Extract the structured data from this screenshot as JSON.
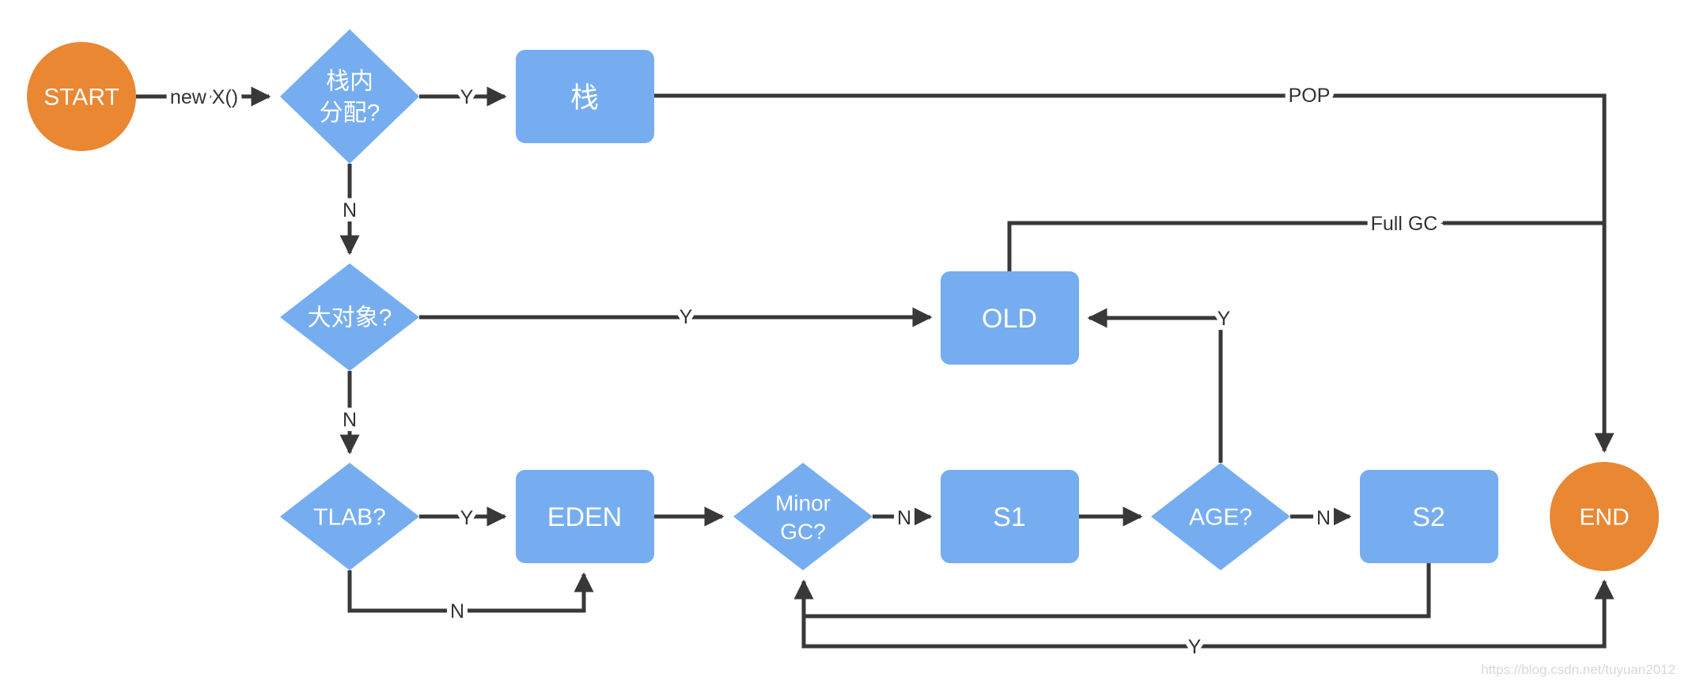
{
  "diagram": {
    "nodes": {
      "start": "START",
      "stack_alloc_line1": "栈内",
      "stack_alloc_line2": "分配?",
      "stack": "栈",
      "big_object": "大对象?",
      "old": "OLD",
      "tlab": "TLAB?",
      "eden": "EDEN",
      "minor_gc_line1": "Minor",
      "minor_gc_line2": "GC?",
      "s1": "S1",
      "age": "AGE?",
      "s2": "S2",
      "end": "END"
    },
    "edges": {
      "new_x": "new X()",
      "stack_alloc_yes": "Y",
      "pop": "POP",
      "stack_alloc_no": "N",
      "big_object_yes": "Y",
      "full_gc": "Full GC",
      "big_object_no": "N",
      "tlab_yes": "Y",
      "tlab_no": "N",
      "minor_gc_no": "N",
      "age_no": "N",
      "age_yes": "Y",
      "minor_gc_yes": "Y"
    },
    "colors": {
      "node_fill": "#76ADF1",
      "terminal_fill": "#E98732",
      "line": "#383838",
      "edge_label": "#333333",
      "node_text": "#FFFFFF"
    },
    "watermark": "https://blog.csdn.net/tuyuan2012"
  }
}
